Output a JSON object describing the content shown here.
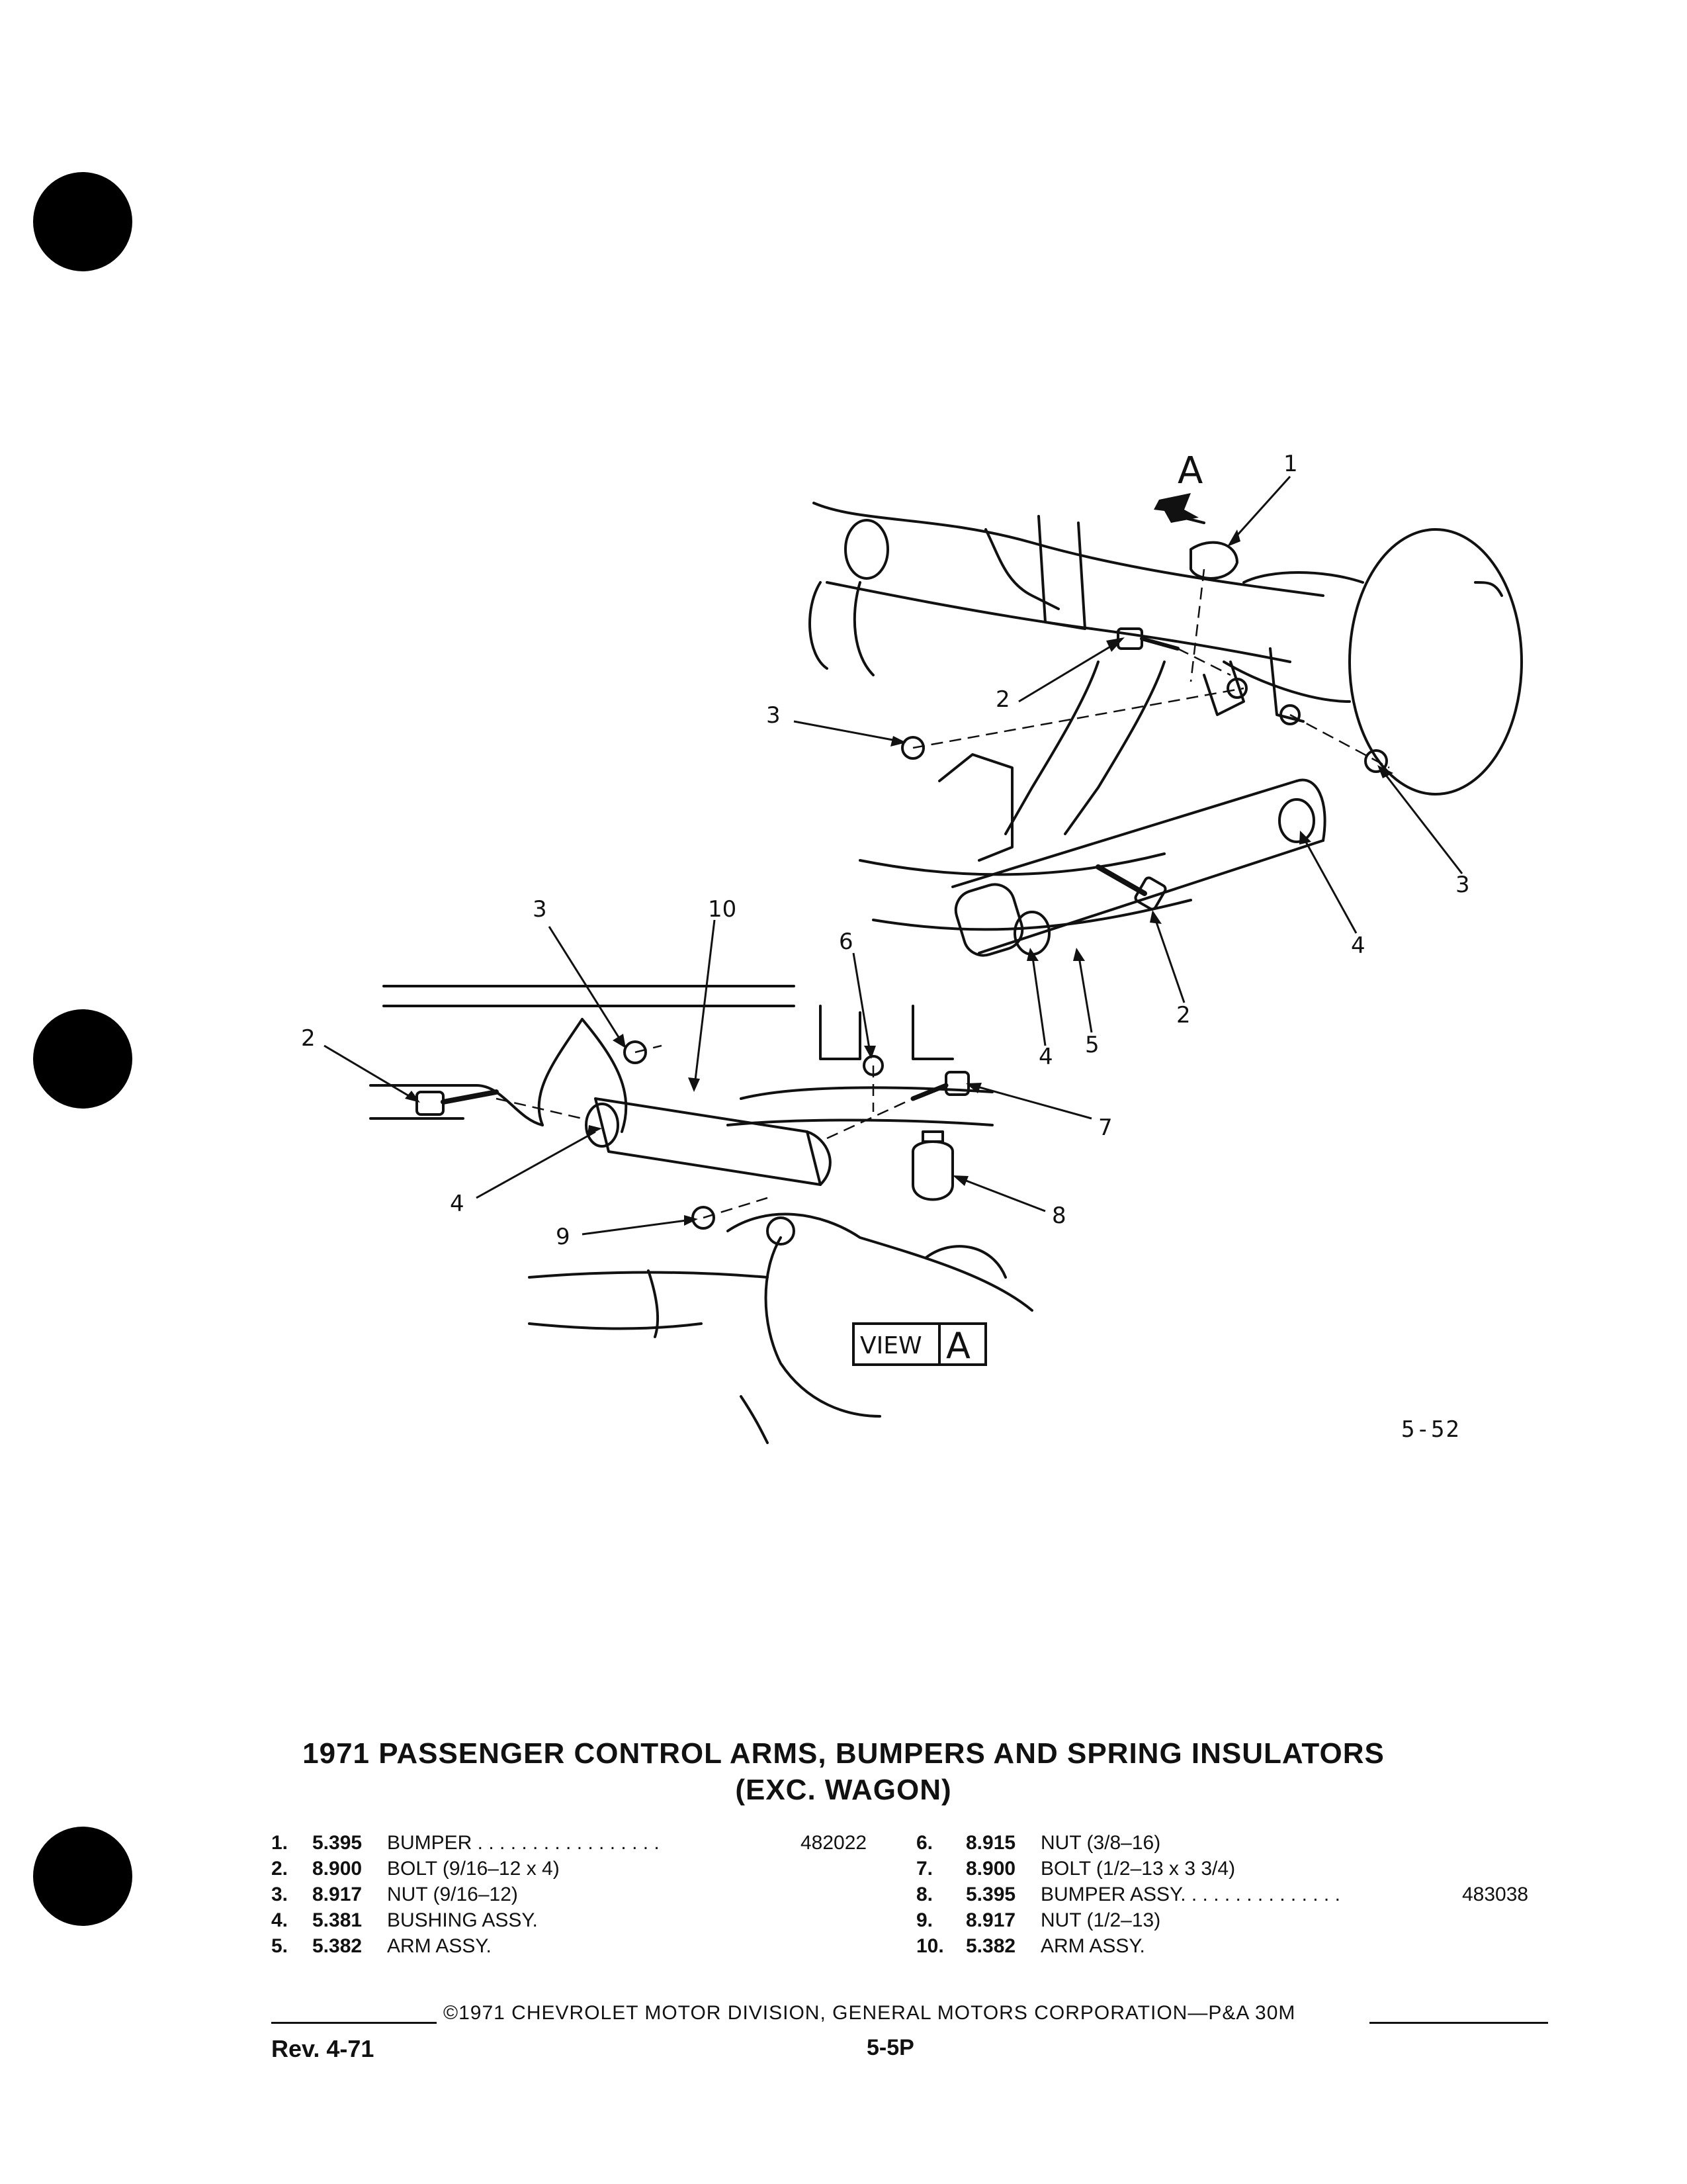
{
  "illustration": {
    "view_label_word": "VIEW",
    "view_label_letter": "A",
    "arrow_letter": "A",
    "callouts": [
      "1",
      "2",
      "3",
      "3",
      "2",
      "4",
      "5",
      "4",
      "6",
      "10",
      "3",
      "2",
      "4",
      "7",
      "8",
      "9"
    ]
  },
  "figure_number": "5-52",
  "title_line1": "1971 PASSENGER CONTROL ARMS, BUMPERS AND SPRING INSULATORS",
  "title_line2": "(EXC. WAGON)",
  "parts_left": [
    {
      "num": "1.",
      "group": "5.395",
      "desc": "BUMPER . . . . . . . . . . . . . . . . .",
      "part": "482022"
    },
    {
      "num": "2.",
      "group": "8.900",
      "desc": "BOLT (9/16–12 x 4)",
      "part": ""
    },
    {
      "num": "3.",
      "group": "8.917",
      "desc": "NUT (9/16–12)",
      "part": ""
    },
    {
      "num": "4.",
      "group": "5.381",
      "desc": "BUSHING ASSY.",
      "part": ""
    },
    {
      "num": "5.",
      "group": "5.382",
      "desc": "ARM ASSY.",
      "part": ""
    }
  ],
  "parts_right": [
    {
      "num": "6.",
      "group": "8.915",
      "desc": "NUT (3/8–16)",
      "part": ""
    },
    {
      "num": "7.",
      "group": "8.900",
      "desc": "BOLT (1/2–13 x 3 3/4)",
      "part": ""
    },
    {
      "num": "8.",
      "group": "5.395",
      "desc": "BUMPER ASSY. . . . . . . . . . . . . . .",
      "part": "483038"
    },
    {
      "num": "9.",
      "group": "8.917",
      "desc": "NUT (1/2–13)",
      "part": ""
    },
    {
      "num": "10.",
      "group": "5.382",
      "desc": "ARM ASSY.",
      "part": ""
    }
  ],
  "copyright": "©1971 CHEVROLET MOTOR DIVISION, GENERAL MOTORS CORPORATION—P&A 30M",
  "revision": "Rev. 4-71",
  "page_number": "5-5P"
}
